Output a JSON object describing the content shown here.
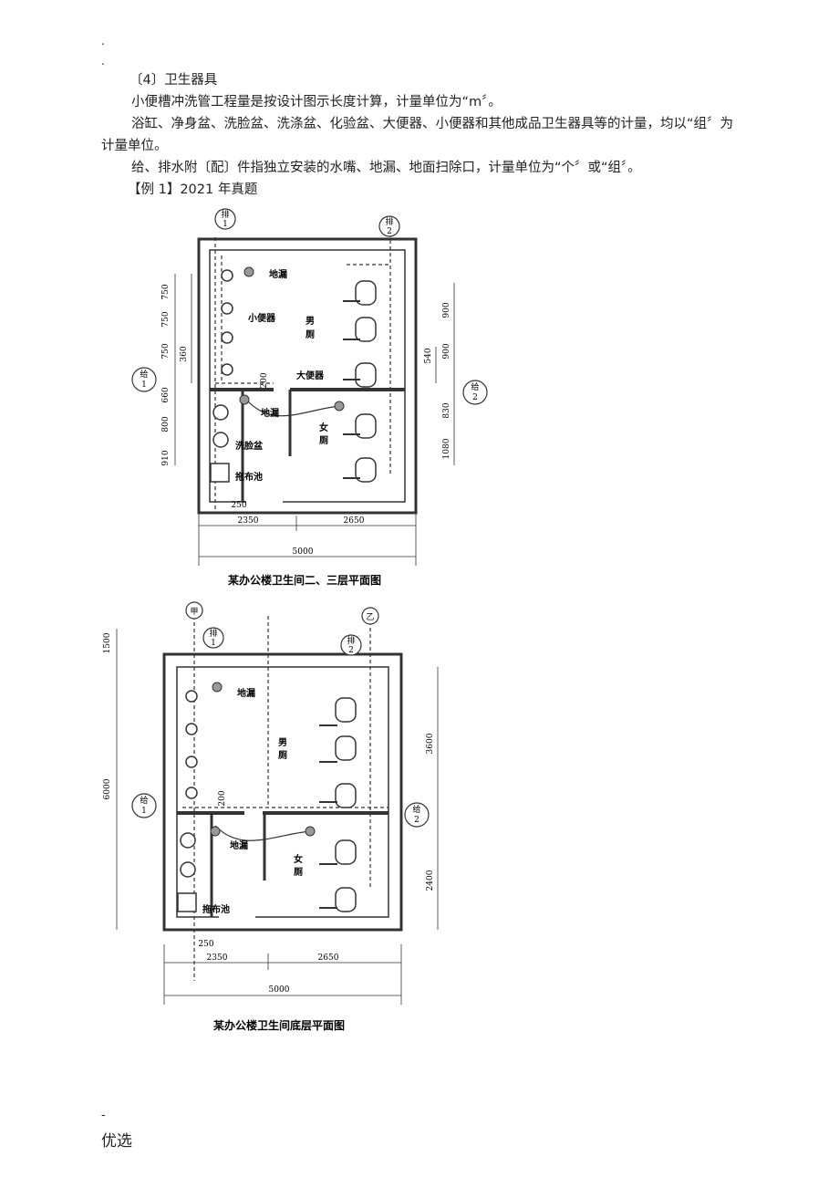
{
  "header_marks": [
    ".",
    "."
  ],
  "text": {
    "heading": "〔4〕卫生器具",
    "p1": "小便槽冲洗管工程量是按设计图示长度计算，计量单位为“m〞。",
    "p2": "浴缸、净身盆、洗脸盆、洗涤盆、化验盆、大便器、小便器和其他成品卫生器具等的计量，均以“组〞为计量单位。",
    "p3": "给、排水附〔配〕件指独立安装的水嘴、地漏、地面扫除口，计量单位为“个〞或“组〞。",
    "example": "【例 1】2021 年真题"
  },
  "figure1": {
    "caption": "某办公楼卫生间二、三层平面图",
    "circle_labels": {
      "pai1_top": "排",
      "pai1_bot": "1",
      "pai2_top": "排",
      "pai2_bot": "2",
      "gei1_top": "给",
      "gei1_bot": "1",
      "gei2_top": "给",
      "gei2_bot": "2"
    },
    "labels": {
      "dilou1": "地漏",
      "xiaobianqi": "小便器",
      "nan": "男",
      "ce": "厕",
      "dabianqi": "大便器",
      "dilou2": "地漏",
      "nv": "女",
      "ce2": "厕",
      "xilianpen": "洗脸盆",
      "tuobuchi": "拖布池"
    },
    "dims_left": [
      "750",
      "750",
      "750",
      "360",
      "660",
      "800",
      "910"
    ],
    "dims_right": [
      "900",
      "900",
      "540",
      "830",
      "1080"
    ],
    "dim_200": "200",
    "dim_250": "250",
    "dims_bottom": [
      "2350",
      "2650"
    ],
    "dim_total": "5000"
  },
  "figure2": {
    "caption": "某办公楼卫生间底层平面图",
    "circle_labels": {
      "jia": "甲",
      "yi": "乙",
      "pai1_top": "排",
      "pai1_bot": "1",
      "pai2_top": "排",
      "pai2_bot": "2",
      "gei1_top": "给",
      "gei1_bot": "1",
      "gei2_top": "给",
      "gei2_bot": "2"
    },
    "labels": {
      "dilou1": "地漏",
      "nan": "男",
      "ce": "厕",
      "dilou2": "地漏",
      "nv": "女",
      "ce2": "厕",
      "tuobuchi": "拖布池"
    },
    "dims_left": [
      "1500",
      "6000"
    ],
    "dims_right": [
      "3600",
      "2400"
    ],
    "dim_200": "200",
    "dim_250": "250",
    "dims_bottom": [
      "2350",
      "2650"
    ],
    "dim_total": "5000"
  },
  "footer": {
    "dash": "-",
    "label": "优选"
  }
}
